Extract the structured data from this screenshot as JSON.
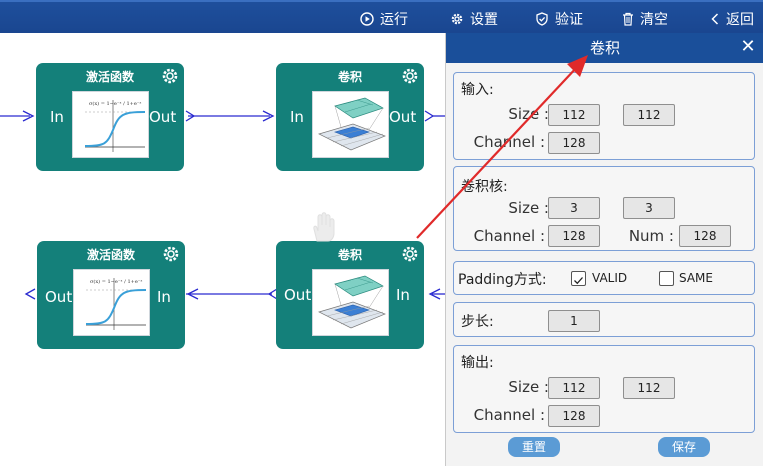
{
  "toolbar": {
    "run_label": "运行",
    "settings_label": "设置",
    "verify_label": "验证",
    "clear_label": "清空",
    "back_label": "返回"
  },
  "nodes": {
    "activation_top": {
      "title": "激活函数",
      "in_label": "In",
      "out_label": "Out"
    },
    "conv_top": {
      "title": "卷积",
      "in_label": "In",
      "out_label": "Out"
    },
    "activation_bottom": {
      "title": "激活函数",
      "in_label": "In",
      "out_label": "Out"
    },
    "conv_bottom": {
      "title": "卷积",
      "in_label": "In",
      "out_label": "Out"
    }
  },
  "panel": {
    "title": "卷积",
    "close_symbol": "✕",
    "input": {
      "label": "输入:",
      "size_label": "Size :",
      "size_w": "112",
      "size_h": "112",
      "channel_label": "Channel :",
      "channel": "128"
    },
    "kernel": {
      "label": "卷积核:",
      "size_label": "Size :",
      "size_w": "3",
      "size_h": "3",
      "channel_label": "Channel :",
      "channel": "128",
      "num_label": "Num :",
      "num": "128"
    },
    "padding": {
      "label": "Padding方式:",
      "valid_label": "VALID",
      "valid_checked": true,
      "same_label": "SAME",
      "same_checked": false
    },
    "stride": {
      "label": "步长:",
      "value": "1"
    },
    "output": {
      "label": "输出:",
      "size_label": "Size :",
      "size_w": "112",
      "size_h": "112",
      "channel_label": "Channel :",
      "channel": "128"
    },
    "reset_label": "重置",
    "save_label": "保存"
  },
  "colors": {
    "toolbar_bg": "#1a4690",
    "node_bg": "#14807a",
    "panel_head": "#1a4f9a",
    "section_border": "#7c9fd6",
    "button_bg": "#5b9bd5",
    "wire": "#2a2ad0",
    "arrow": "#e02a2a"
  }
}
